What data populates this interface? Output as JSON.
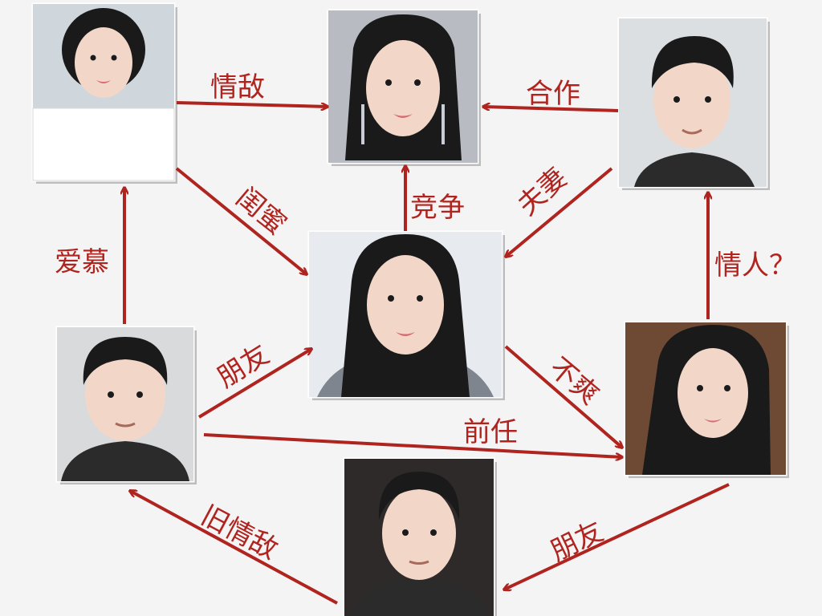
{
  "relations": {
    "rival_love": "情敌",
    "cooperate": "合作",
    "best_friend": "闺蜜",
    "compete": "竞争",
    "spouse": "夫妻",
    "admire": "爱慕",
    "lover_q": "情人？",
    "friend_center": "朋友",
    "dislike": "不爽",
    "ex": "前任",
    "old_rival": "旧情敌",
    "friend_bottom": "朋友"
  },
  "colors": {
    "arrow": "#b0241f",
    "background": "#f4f4f4"
  }
}
